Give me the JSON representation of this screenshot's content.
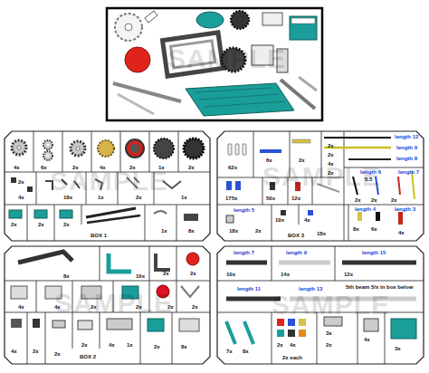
{
  "diagram": {
    "nodes": [
      {
        "text": [
          "BOX 1"
        ]
      },
      {
        "text": [
          "BOX 3"
        ]
      },
      {
        "text": [
          "BOX 2"
        ]
      }
    ],
    "labels": [
      "SAMPLE",
      "SAMPLE",
      "4x",
      "6x",
      "2x",
      "4x",
      "2x",
      "1x",
      "2x",
      "2x",
      "4x",
      "18x",
      "1x",
      "2x",
      "1x",
      "2x",
      "2x",
      "2x",
      "1x",
      "8x",
      "SAMPLE",
      "62x",
      "6x",
      "2x",
      "length 12",
      "2x",
      "length 9",
      "2x",
      "4x",
      "length 8",
      "2x",
      "175x",
      "50x",
      "12x",
      "length 6",
      "5.5",
      "length 7",
      "2x",
      "2x",
      "2x",
      "length 5",
      "10x",
      "4x",
      "18x",
      "2x",
      "18x",
      "length 4",
      "length 3",
      "8x",
      "6x",
      "4x",
      "SAMPLE",
      "8x",
      "10x",
      "2x",
      "2x",
      "4x",
      "4x",
      "2x",
      "2x",
      "2x",
      "2x",
      "4x",
      "2x",
      "2x",
      "2x",
      "4x",
      "1x",
      "2x",
      "8x",
      "SAMPLE",
      "length 7",
      "length 9",
      "length 15",
      "10x",
      "14x",
      "12x",
      "5th beam 5/x in box below",
      "length 11",
      "length 13",
      "7x",
      "8x",
      "2x",
      "4x",
      "2x each",
      "3x",
      "2x",
      "4x",
      "3x"
    ]
  }
}
